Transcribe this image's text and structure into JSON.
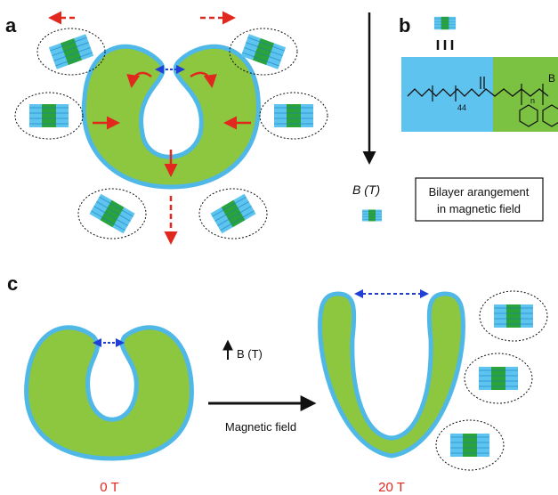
{
  "panels": {
    "a": {
      "label": "a"
    },
    "b": {
      "label": "b",
      "polymer_peg_subscript": "44",
      "polymer_n_subscript": "n",
      "polymer_end_letter": "B",
      "field_axis_label": "B (T)",
      "caption": [
        "Bilayer arangement",
        "in magnetic field"
      ]
    },
    "c": {
      "label": "c",
      "field_arrow_label": "B (T)",
      "arrow_caption": "Magnetic field",
      "left_field": "0 T",
      "right_field": "20 T"
    }
  },
  "colors": {
    "shell_blue": "#4fb8e6",
    "shell_green": "#8dc63f",
    "peg_block": "#5ec3ef",
    "styrene_block": "#7cc242",
    "arrow_red": "#e0281f",
    "arrow_blue": "#1f3fd6",
    "field_label_red": "#e0281f"
  }
}
